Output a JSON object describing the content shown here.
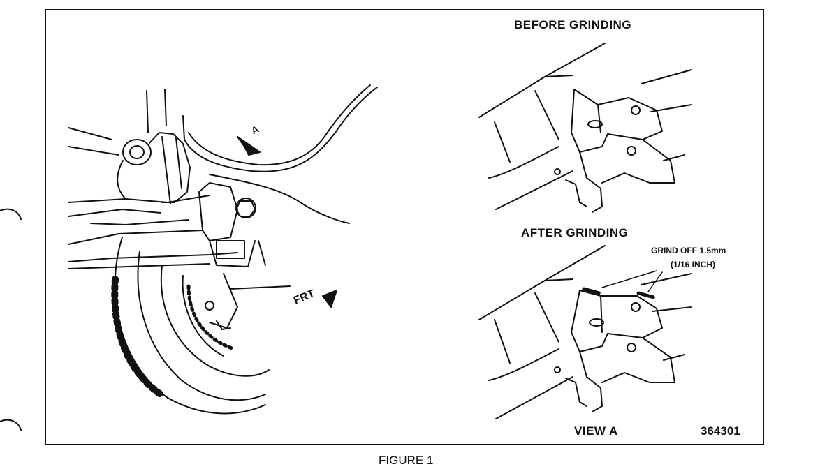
{
  "labels": {
    "before_grinding": "BEFORE GRINDING",
    "after_grinding": "AFTER GRINDING",
    "grind_off_line1": "GRIND OFF 1.5mm",
    "grind_off_line2": "(1/16 INCH)",
    "view_a": "VIEW  A",
    "figure_number": "364301",
    "frt": "FRT",
    "arrow_a": "A"
  },
  "caption": "FIGURE 1"
}
